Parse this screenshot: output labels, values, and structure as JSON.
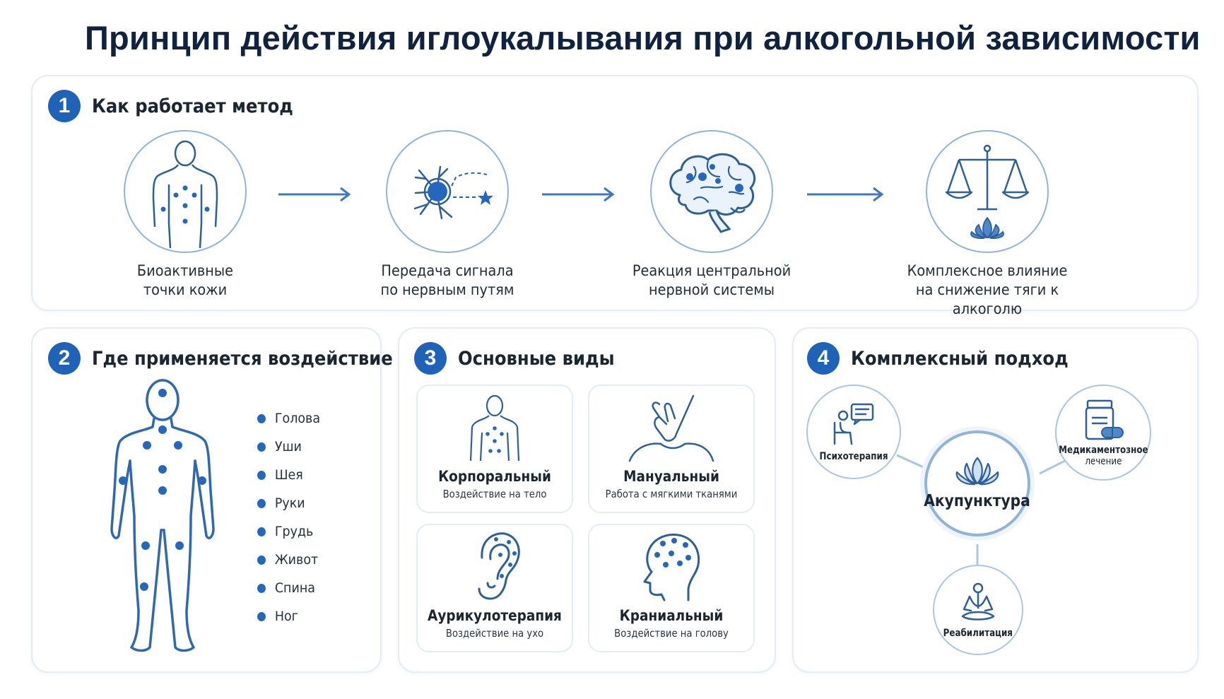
{
  "title": "Принцип действия иглоукалывания при алкогольной зависимости",
  "sections": {
    "how_it_works": {
      "number": "1",
      "title": "Как работает метод",
      "steps": [
        {
          "line1": "Биоактивные",
          "line2": "точки кожи",
          "icon": "human-body-points-icon"
        },
        {
          "line1": "Передача сигнала",
          "line2": "по нервным путям",
          "icon": "neuron-icon"
        },
        {
          "line1": "Реакция центральной",
          "line2": "нервной системы",
          "icon": "brain-icon"
        },
        {
          "line1": "Комплексное влияние",
          "line2": "на снижение тяги к алкоголю",
          "icon": "scales-lotus-icon"
        }
      ]
    },
    "where_applied": {
      "number": "2",
      "title": "Где применяется воздействие",
      "points": [
        "Голова",
        "Уши",
        "Шея",
        "Руки",
        "Грудь",
        "Живот",
        "Спина",
        "Ног"
      ]
    },
    "main_types": {
      "number": "3",
      "title": "Основные виды",
      "types": [
        {
          "title": "Корпоральный",
          "subtitle": "Воздействие на тело",
          "icon": "torso-points-icon"
        },
        {
          "title": "Мануальный",
          "subtitle": "Работа с мягкими тканями",
          "icon": "hand-massage-icon"
        },
        {
          "title": "Аурикулотерапия",
          "subtitle": "Воздействие на ухо",
          "icon": "ear-points-icon"
        },
        {
          "title": "Краниальный",
          "subtitle": "Воздействие на голову",
          "icon": "head-points-icon"
        }
      ]
    },
    "complex_approach": {
      "number": "4",
      "title": "Комплексный подход",
      "center": "Акупунктура",
      "psychotherapy": "Психотерапия",
      "medication_line1": "Медикаментозное",
      "medication_line2": "лечение",
      "rehabilitation": "Реабилитация"
    }
  },
  "colors": {
    "accent": "#1e63b8",
    "point": "#2567bf",
    "outline": "#8fb3d9",
    "title": "#0f2340"
  }
}
